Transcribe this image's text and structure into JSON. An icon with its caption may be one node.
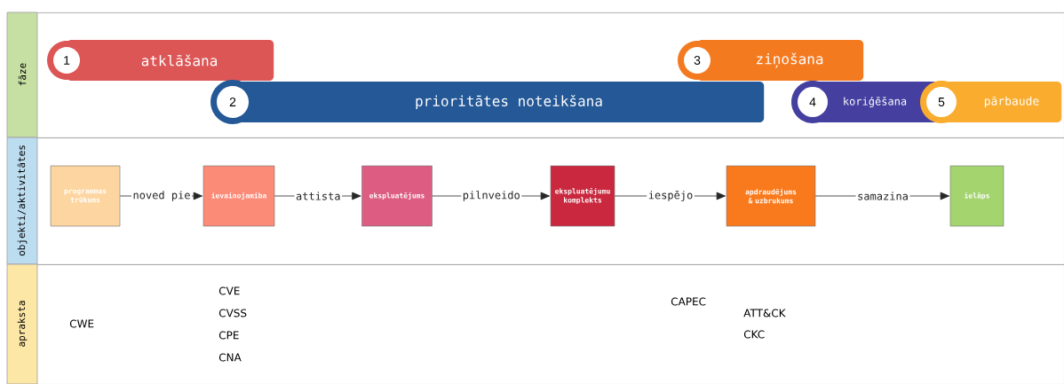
{
  "diagram": {
    "nodes": [
      {
        "text": [
          "fāze"
        ]
      },
      {
        "text": [
          "objekti/aktivitātes"
        ]
      },
      {
        "text": [
          "apraksta"
        ]
      },
      {
        "text": [
          "1",
          "atklāšana"
        ],
        "in": 0
      },
      {
        "text": [
          "2",
          "prioritātes noteikšana"
        ],
        "in": 0
      },
      {
        "text": [
          "3",
          "ziņošana"
        ],
        "in": 0
      },
      {
        "text": [
          "4",
          "koriģēšana"
        ],
        "in": 0
      },
      {
        "text": [
          "5",
          "pārbaude"
        ],
        "in": 0
      },
      {
        "text": [
          "programmas trūkums"
        ],
        "in": 1
      },
      {
        "text": [
          "ievainojamiba"
        ],
        "in": 1
      },
      {
        "text": [
          "ekspluatējums"
        ],
        "in": 1
      },
      {
        "text": [
          "ekspluatējumu komplekts"
        ],
        "in": 1
      },
      {
        "text": [
          "apdraudējums & uzbrukums"
        ],
        "in": 1
      },
      {
        "text": [
          "ielāps"
        ],
        "in": 1
      }
    ],
    "edges": [
      {
        "from": 8,
        "to": 9,
        "arrow": "to",
        "label": "noved pie"
      },
      {
        "from": 9,
        "to": 10,
        "arrow": "to",
        "label": "attista"
      },
      {
        "from": 10,
        "to": 11,
        "arrow": "to",
        "label": "pilnveido"
      },
      {
        "from": 11,
        "to": 12,
        "arrow": "to",
        "label": "iespējo"
      },
      {
        "from": 12,
        "to": 13,
        "arrow": "to",
        "label": "samazina"
      }
    ],
    "labels": [
      "CWE",
      "CVE",
      "CVSS",
      "CPE",
      "CNA",
      "CAPEC",
      "ATT&CK",
      "CKC"
    ]
  }
}
